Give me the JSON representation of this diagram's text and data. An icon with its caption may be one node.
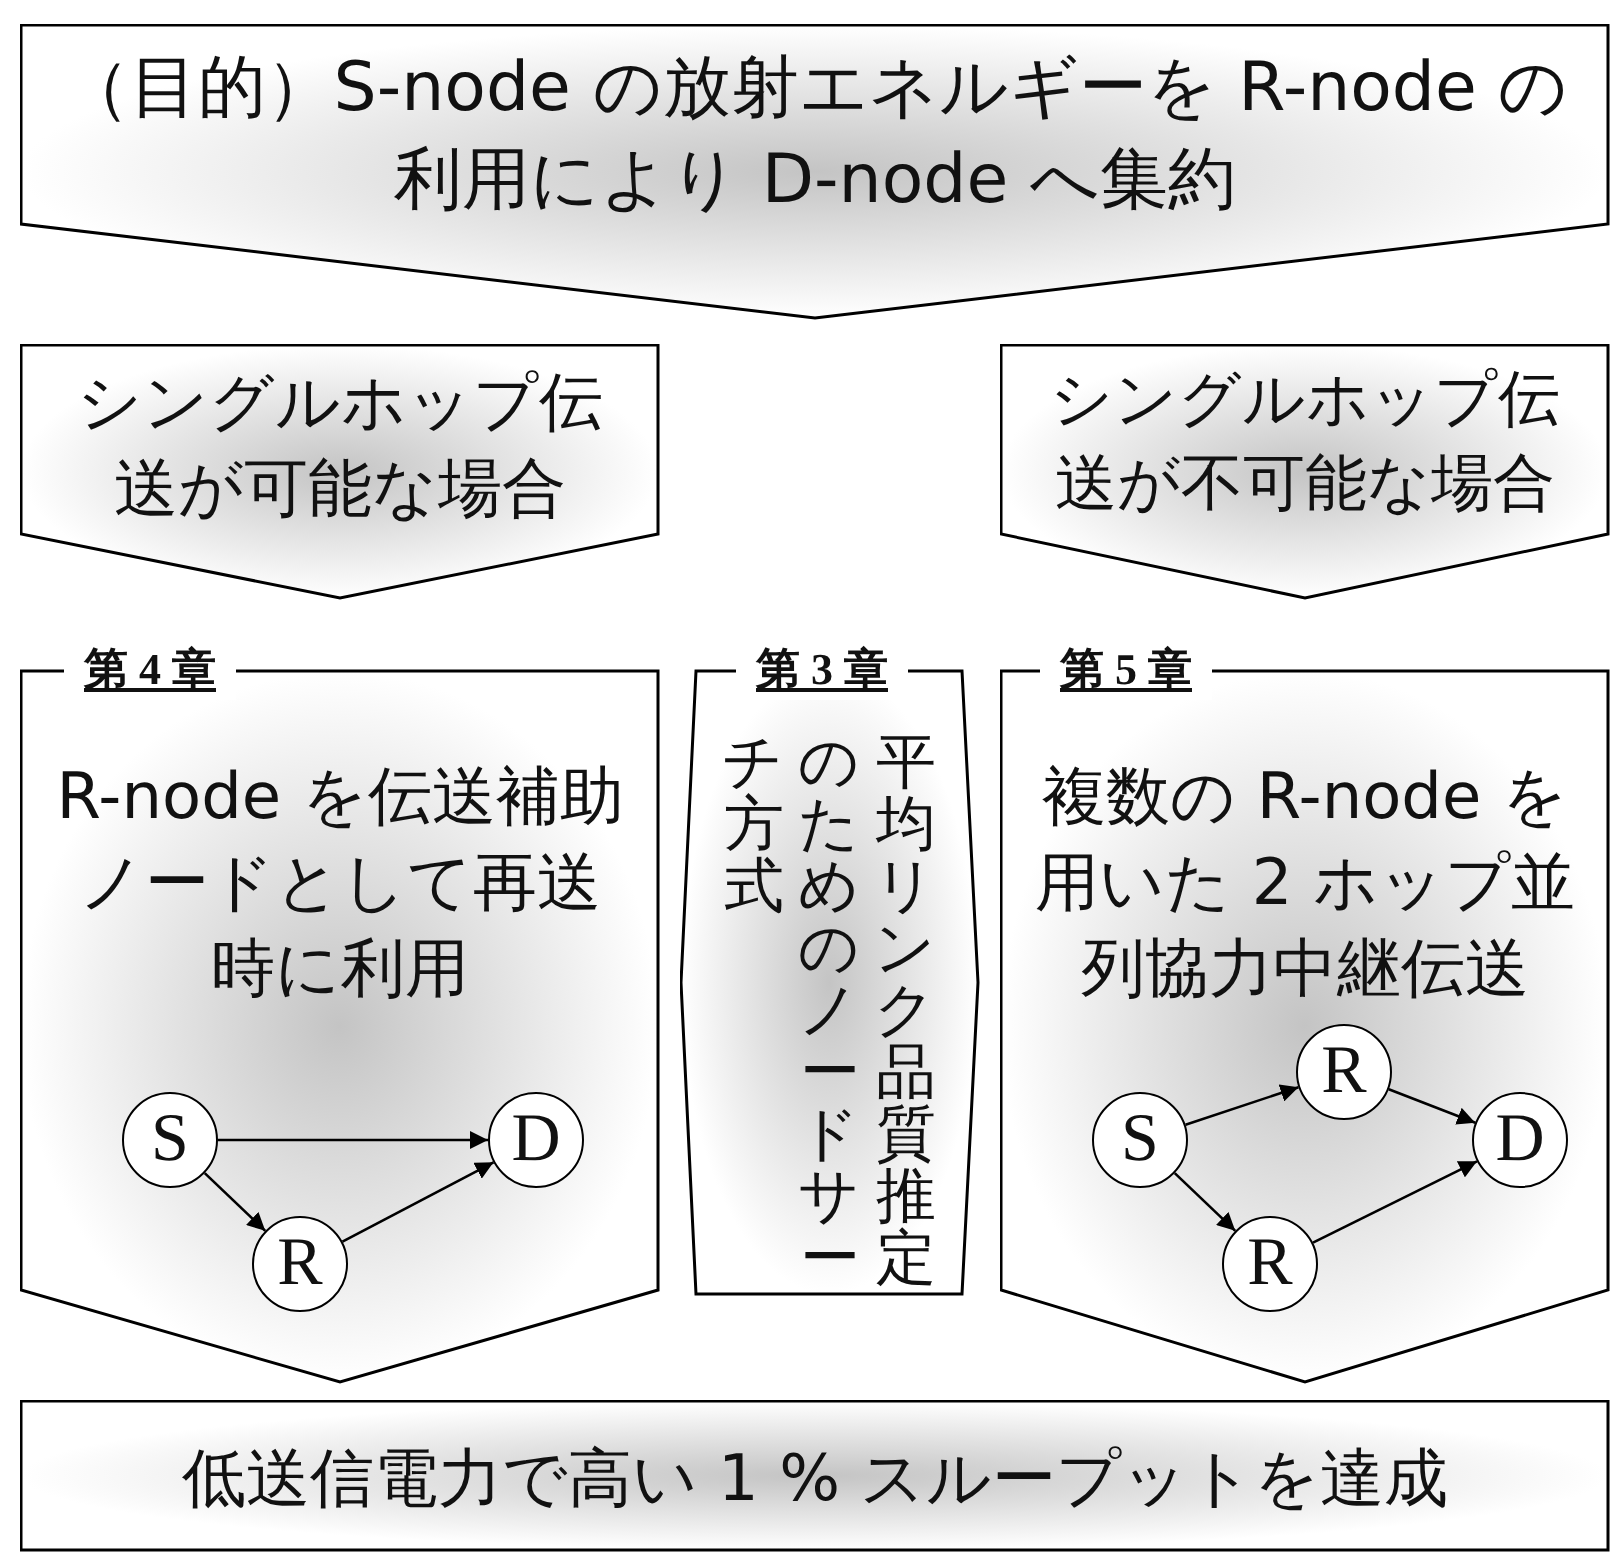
{
  "diagram": {
    "nodes": [
      {
        "text": [
          "（目的）S-node の放射エネルギーを R-node の利用により D-node へ集約"
        ]
      },
      {
        "text": [
          "シングルホップ伝送が可能な場合"
        ]
      },
      {
        "text": [
          "シングルホップ伝送が不可能な場合"
        ]
      },
      {
        "text": [
          "第 4 章",
          "R-node を伝送補助ノードとして再送時に利用"
        ]
      },
      {
        "text": [
          "S"
        ],
        "in": 3
      },
      {
        "text": [
          "R"
        ],
        "in": 3
      },
      {
        "text": [
          "D"
        ],
        "in": 3
      },
      {
        "text": [
          "第 3 章",
          "平均リンク品質推定のためのノードサーチ方式"
        ]
      },
      {
        "text": [
          "第 5 章",
          "複数の R-node を用いた 2 ホップ並列協力中継伝送"
        ]
      },
      {
        "text": [
          "S"
        ],
        "in": 8
      },
      {
        "text": [
          "R"
        ],
        "in": 8
      },
      {
        "text": [
          "R"
        ],
        "in": 8
      },
      {
        "text": [
          "D"
        ],
        "in": 8
      },
      {
        "text": [
          "低送信電力で高い 1 % スループットを達成"
        ]
      }
    ],
    "edges": [
      {
        "from": 4,
        "to": 6,
        "arrow": "to"
      },
      {
        "from": 4,
        "to": 5,
        "arrow": "to"
      },
      {
        "from": 5,
        "to": 6,
        "arrow": "to"
      },
      {
        "from": 9,
        "to": 10,
        "arrow": "to"
      },
      {
        "from": 9,
        "to": 11,
        "arrow": "to"
      },
      {
        "from": 10,
        "to": 12,
        "arrow": "to"
      },
      {
        "from": 11,
        "to": 12,
        "arrow": "to"
      }
    ]
  }
}
